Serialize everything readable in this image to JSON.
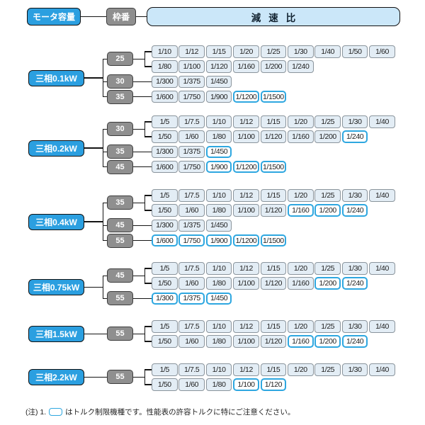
{
  "header": {
    "motor_capacity_label": "モータ容量",
    "frame_no_label": "枠番",
    "ratio_label": "減速比"
  },
  "colors": {
    "capacity_box": "#2b9fe0",
    "frame_box": "#8f8f8f",
    "ratio_header_bg": "#cbe7f9",
    "chip_bg": "#e3edf5",
    "chip_border": "#8a949c",
    "torque_limited_border": "#2ea7e0",
    "line_color": "#151515"
  },
  "note": {
    "prefix": "(注) 1.",
    "legend_text": "はトルク制限機種です。性能表の許容トルクに特にご注意ください。"
  },
  "groups": [
    {
      "capacity": "三相0.1kW",
      "frames": [
        {
          "frame_no": "25",
          "rows": [
            [
              {
                "ratio": "1/10"
              },
              {
                "ratio": "1/12"
              },
              {
                "ratio": "1/15"
              },
              {
                "ratio": "1/20"
              },
              {
                "ratio": "1/25"
              },
              {
                "ratio": "1/30"
              },
              {
                "ratio": "1/40"
              },
              {
                "ratio": "1/50"
              },
              {
                "ratio": "1/60"
              }
            ],
            [
              {
                "ratio": "1/80"
              },
              {
                "ratio": "1/100"
              },
              {
                "ratio": "1/120"
              },
              {
                "ratio": "1/160"
              },
              {
                "ratio": "1/200"
              },
              {
                "ratio": "1/240"
              }
            ]
          ]
        },
        {
          "frame_no": "30",
          "rows": [
            [
              {
                "ratio": "1/300"
              },
              {
                "ratio": "1/375"
              },
              {
                "ratio": "1/450"
              }
            ]
          ]
        },
        {
          "frame_no": "35",
          "rows": [
            [
              {
                "ratio": "1/600"
              },
              {
                "ratio": "1/750"
              },
              {
                "ratio": "1/900"
              },
              {
                "ratio": "1/1200",
                "torque_limited": true
              },
              {
                "ratio": "1/1500",
                "torque_limited": true
              }
            ]
          ]
        }
      ]
    },
    {
      "capacity": "三相0.2kW",
      "frames": [
        {
          "frame_no": "30",
          "rows": [
            [
              {
                "ratio": "1/5"
              },
              {
                "ratio": "1/7.5"
              },
              {
                "ratio": "1/10"
              },
              {
                "ratio": "1/12"
              },
              {
                "ratio": "1/15"
              },
              {
                "ratio": "1/20"
              },
              {
                "ratio": "1/25"
              },
              {
                "ratio": "1/30"
              },
              {
                "ratio": "1/40"
              }
            ],
            [
              {
                "ratio": "1/50"
              },
              {
                "ratio": "1/60"
              },
              {
                "ratio": "1/80"
              },
              {
                "ratio": "1/100"
              },
              {
                "ratio": "1/120"
              },
              {
                "ratio": "1/160"
              },
              {
                "ratio": "1/200"
              },
              {
                "ratio": "1/240",
                "torque_limited": true
              }
            ]
          ]
        },
        {
          "frame_no": "35",
          "rows": [
            [
              {
                "ratio": "1/300"
              },
              {
                "ratio": "1/375"
              },
              {
                "ratio": "1/450",
                "torque_limited": true
              }
            ]
          ]
        },
        {
          "frame_no": "45",
          "rows": [
            [
              {
                "ratio": "1/600"
              },
              {
                "ratio": "1/750"
              },
              {
                "ratio": "1/900",
                "torque_limited": true
              },
              {
                "ratio": "1/1200",
                "torque_limited": true
              },
              {
                "ratio": "1/1500",
                "torque_limited": true
              }
            ]
          ]
        }
      ]
    },
    {
      "capacity": "三相0.4kW",
      "frames": [
        {
          "frame_no": "35",
          "rows": [
            [
              {
                "ratio": "1/5"
              },
              {
                "ratio": "1/7.5"
              },
              {
                "ratio": "1/10"
              },
              {
                "ratio": "1/12"
              },
              {
                "ratio": "1/15"
              },
              {
                "ratio": "1/20"
              },
              {
                "ratio": "1/25"
              },
              {
                "ratio": "1/30"
              },
              {
                "ratio": "1/40"
              }
            ],
            [
              {
                "ratio": "1/50"
              },
              {
                "ratio": "1/60"
              },
              {
                "ratio": "1/80"
              },
              {
                "ratio": "1/100"
              },
              {
                "ratio": "1/120"
              },
              {
                "ratio": "1/160",
                "torque_limited": true
              },
              {
                "ratio": "1/200",
                "torque_limited": true
              },
              {
                "ratio": "1/240",
                "torque_limited": true
              }
            ]
          ]
        },
        {
          "frame_no": "45",
          "rows": [
            [
              {
                "ratio": "1/300"
              },
              {
                "ratio": "1/375"
              },
              {
                "ratio": "1/450"
              }
            ]
          ]
        },
        {
          "frame_no": "55",
          "rows": [
            [
              {
                "ratio": "1/600",
                "torque_limited": true
              },
              {
                "ratio": "1/750",
                "torque_limited": true
              },
              {
                "ratio": "1/900",
                "torque_limited": true
              },
              {
                "ratio": "1/1200",
                "torque_limited": true
              },
              {
                "ratio": "1/1500",
                "torque_limited": true
              }
            ]
          ]
        }
      ]
    },
    {
      "capacity": "三相0.75kW",
      "frames": [
        {
          "frame_no": "45",
          "rows": [
            [
              {
                "ratio": "1/5"
              },
              {
                "ratio": "1/7.5"
              },
              {
                "ratio": "1/10"
              },
              {
                "ratio": "1/12"
              },
              {
                "ratio": "1/15"
              },
              {
                "ratio": "1/20"
              },
              {
                "ratio": "1/25"
              },
              {
                "ratio": "1/30"
              },
              {
                "ratio": "1/40"
              }
            ],
            [
              {
                "ratio": "1/50"
              },
              {
                "ratio": "1/60"
              },
              {
                "ratio": "1/80"
              },
              {
                "ratio": "1/100"
              },
              {
                "ratio": "1/120"
              },
              {
                "ratio": "1/160"
              },
              {
                "ratio": "1/200",
                "torque_limited": true
              },
              {
                "ratio": "1/240",
                "torque_limited": true
              }
            ]
          ]
        },
        {
          "frame_no": "55",
          "rows": [
            [
              {
                "ratio": "1/300",
                "torque_limited": true
              },
              {
                "ratio": "1/375",
                "torque_limited": true
              },
              {
                "ratio": "1/450",
                "torque_limited": true
              }
            ]
          ]
        }
      ]
    },
    {
      "capacity": "三相1.5kW",
      "frames": [
        {
          "frame_no": "55",
          "rows": [
            [
              {
                "ratio": "1/5"
              },
              {
                "ratio": "1/7.5"
              },
              {
                "ratio": "1/10"
              },
              {
                "ratio": "1/12"
              },
              {
                "ratio": "1/15"
              },
              {
                "ratio": "1/20"
              },
              {
                "ratio": "1/25"
              },
              {
                "ratio": "1/30"
              },
              {
                "ratio": "1/40"
              }
            ],
            [
              {
                "ratio": "1/50"
              },
              {
                "ratio": "1/60"
              },
              {
                "ratio": "1/80"
              },
              {
                "ratio": "1/100"
              },
              {
                "ratio": "1/120"
              },
              {
                "ratio": "1/160",
                "torque_limited": true
              },
              {
                "ratio": "1/200",
                "torque_limited": true
              },
              {
                "ratio": "1/240",
                "torque_limited": true
              }
            ]
          ]
        }
      ]
    },
    {
      "capacity": "三相2.2kW",
      "frames": [
        {
          "frame_no": "55",
          "rows": [
            [
              {
                "ratio": "1/5"
              },
              {
                "ratio": "1/7.5"
              },
              {
                "ratio": "1/10"
              },
              {
                "ratio": "1/12"
              },
              {
                "ratio": "1/15"
              },
              {
                "ratio": "1/20"
              },
              {
                "ratio": "1/25"
              },
              {
                "ratio": "1/30"
              },
              {
                "ratio": "1/40"
              }
            ],
            [
              {
                "ratio": "1/50"
              },
              {
                "ratio": "1/60"
              },
              {
                "ratio": "1/80"
              },
              {
                "ratio": "1/100",
                "torque_limited": true
              },
              {
                "ratio": "1/120",
                "torque_limited": true
              }
            ]
          ]
        }
      ]
    }
  ]
}
